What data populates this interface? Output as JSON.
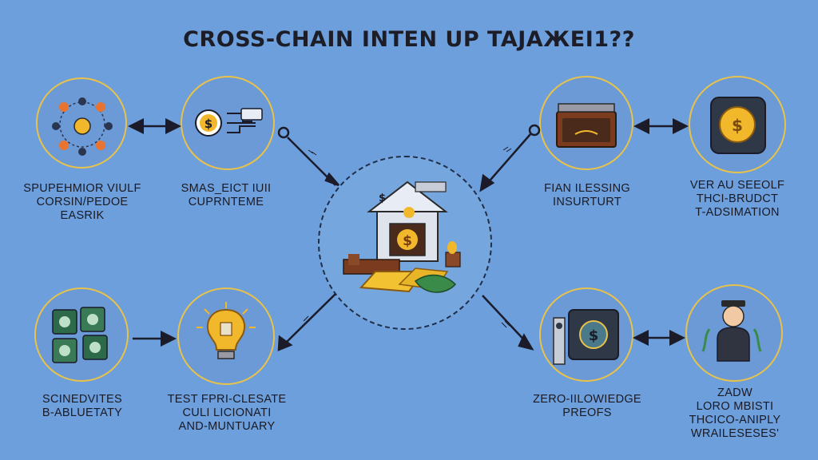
{
  "title": "CROSS-CHAIN INTEN UP TAJAЖEI1??",
  "nodes": [
    {
      "id": "tl1",
      "lines": [
        "SPUPEHMIOR VIULF",
        "CORSIN/PEDOE",
        "EASRIK"
      ]
    },
    {
      "id": "tl2",
      "lines": [
        "SMAS_EICT IUII",
        "CUPRNTEME"
      ]
    },
    {
      "id": "tr1",
      "lines": [
        "FIAN ILESSING",
        "INSURTURT"
      ]
    },
    {
      "id": "tr2",
      "lines": [
        "VER AU SEEOLF",
        "THCI-BRUDCT",
        "T-ADSIMATION"
      ]
    },
    {
      "id": "bl1",
      "lines": [
        "SCINEDVITES",
        "B-ABLUETATY"
      ]
    },
    {
      "id": "bl2",
      "lines": [
        "TEST FPRI-CLESATE",
        "CULI LICIONATI",
        "AND-MUNTUARY"
      ]
    },
    {
      "id": "br1",
      "lines": [
        "ZERO-IILOWIEDGE",
        "PREOFS"
      ]
    },
    {
      "id": "br2",
      "lines": [
        "ZADW",
        "LORO MBISTI",
        "THCICO-ANIPLY",
        "WRAILESESES'"
      ]
    }
  ],
  "colors": {
    "background": "#6d9fdc",
    "ring": "#e8c24a",
    "text": "#1a1a24",
    "coin": "#f2b82c"
  }
}
